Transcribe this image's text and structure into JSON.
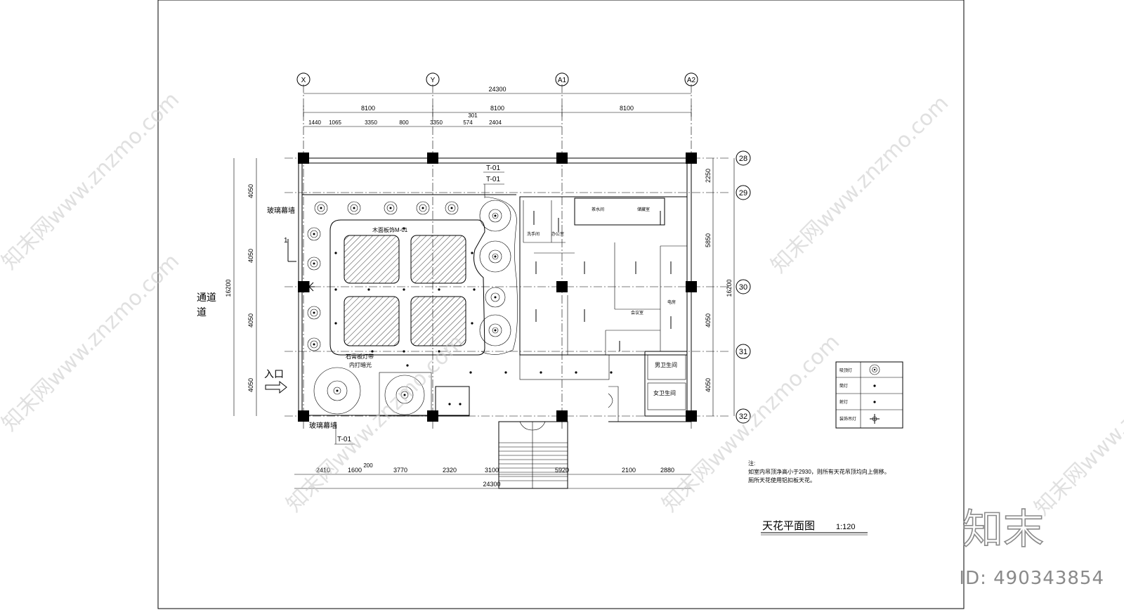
{
  "drawing": {
    "title": "天花平面图",
    "scale": "1:120",
    "total_dim_top": "24300",
    "total_dim_bottom": "24300",
    "total_dim_left": "16200",
    "total_dim_right": "16200",
    "grid_top": [
      "X",
      "Y",
      "A1",
      "A2"
    ],
    "grid_right": [
      "28",
      "29",
      "30",
      "31",
      "32"
    ],
    "dims_top_bays": [
      "8100",
      "8100",
      "8100"
    ],
    "dims_top_detail": [
      "1440",
      "1065",
      "3350",
      "800",
      "3350",
      "574",
      "2404"
    ],
    "dim_301": "301",
    "dims_bottom": [
      "2410",
      "1600",
      "200",
      "3770",
      "2320",
      "3100",
      "5920",
      "2100",
      "2880"
    ],
    "dims_left": [
      "4050",
      "4050",
      "4050",
      "4050"
    ],
    "dims_right": [
      "2250",
      "5850",
      "4050",
      "4050"
    ],
    "labels": {
      "corridor": "通道",
      "corridor_2": "道",
      "entrance": "入口",
      "glass_curtain_top": "玻璃幕墙",
      "glass_curtain_bottom": "玻璃幕墙",
      "wood_veneer": "木面板饰M-01",
      "gypsum_1": "石膏板灯带",
      "gypsum_2": "内打暗光",
      "tag_t01_a": "T-01",
      "tag_t01_b": "T-01",
      "tag_t01_c": "T-01",
      "section_mark": "1",
      "room_washroom": "洗手间",
      "room_tea": "茶水间",
      "room_storage": "储藏室",
      "room_male_wc": "男卫生间",
      "room_female_wc": "女卫生间",
      "room_office": "办公室",
      "room_meeting": "会议室",
      "room_elec": "电房"
    },
    "notes": [
      "注:",
      "如室内吊顶净高小于2930，则所有天花吊顶均向上侧移。",
      "厕所天花使用铝扣板天花。"
    ],
    "legend": [
      "吸顶灯",
      "筒灯",
      "射灯",
      "装饰吊灯"
    ]
  },
  "watermark": {
    "text": "知末网www.znzmo.com",
    "brand": "知末",
    "id_label": "ID: 490343854"
  }
}
